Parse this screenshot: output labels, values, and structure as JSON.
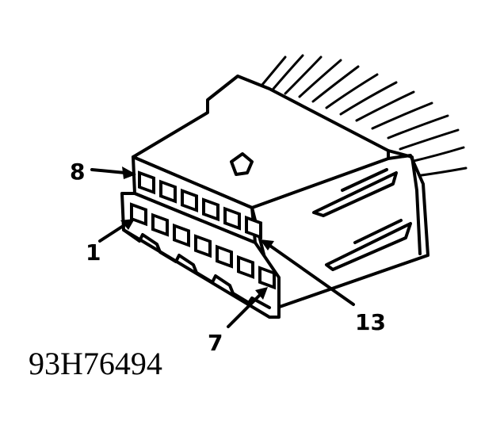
{
  "diagram": {
    "labels": {
      "pin_8": "8",
      "pin_1": "1",
      "pin_13": "13",
      "pin_7": "7"
    },
    "figure_code": "93H76494",
    "colors": {
      "line": "#000000",
      "background": "#ffffff"
    }
  }
}
